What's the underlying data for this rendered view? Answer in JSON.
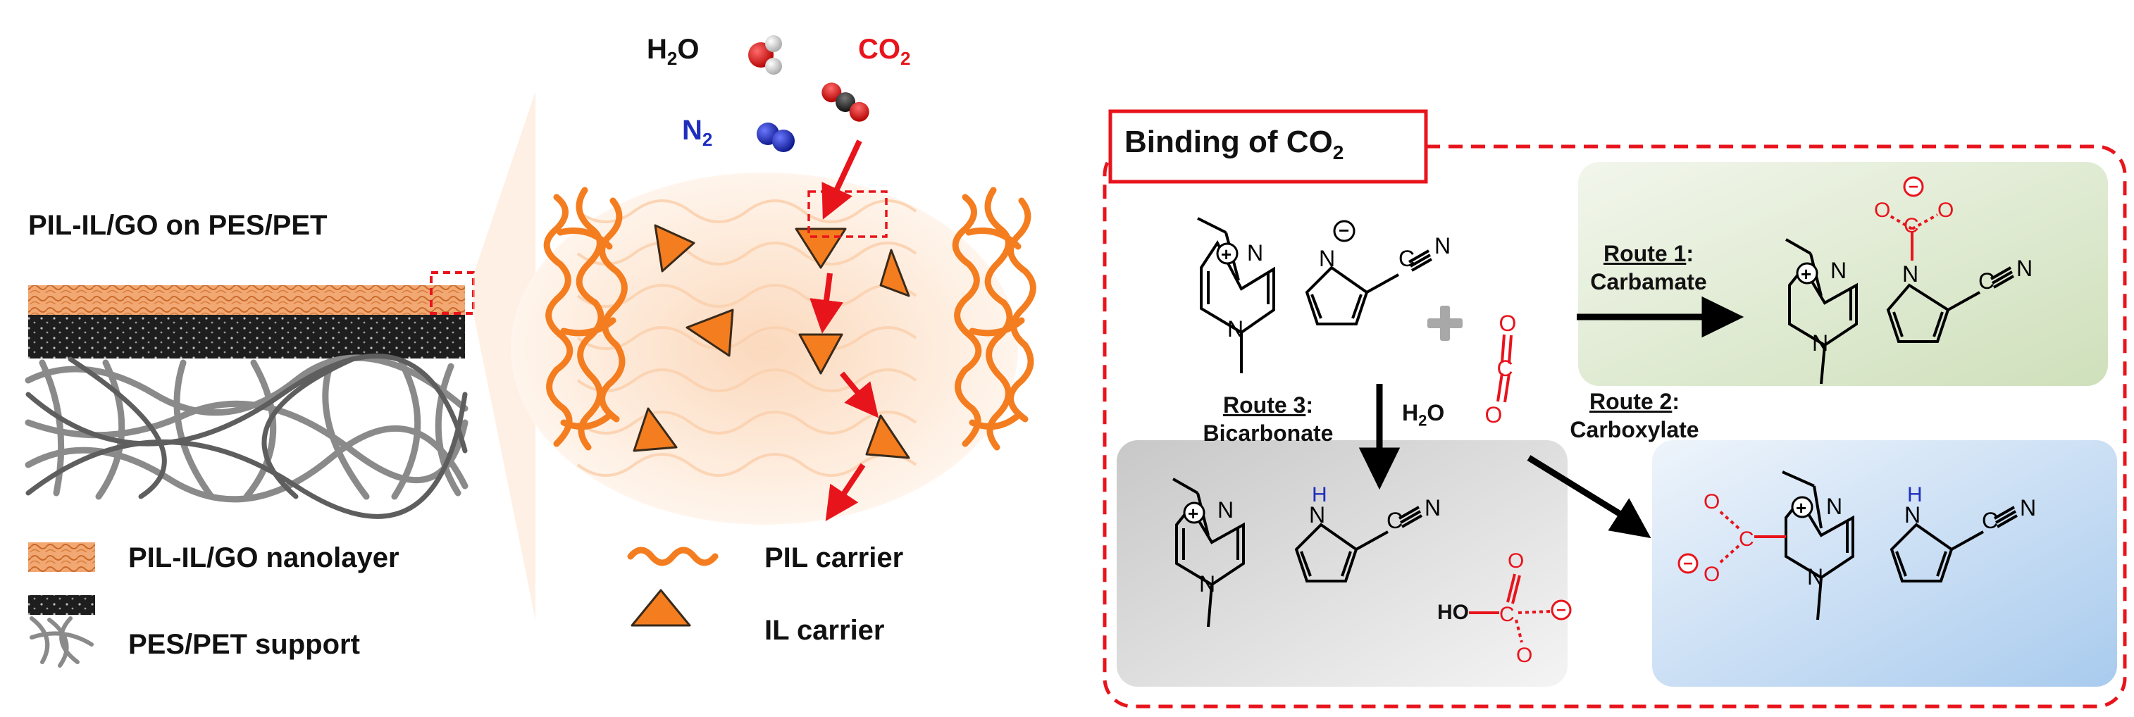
{
  "membrane": {
    "title": "PIL-IL/GO on PES/PET",
    "legend": [
      {
        "label": "PIL-IL/GO nanolayer"
      },
      {
        "label": "PES/PET support"
      },
      {
        "label": "PIL carrier"
      },
      {
        "label": "IL carrier"
      }
    ]
  },
  "gases": {
    "h2o": {
      "main": "H",
      "sub": "2",
      "tail": "O"
    },
    "co2": {
      "main": "CO",
      "sub": "2"
    },
    "n2": {
      "main": "N",
      "sub": "2"
    }
  },
  "binding": {
    "title_main": "Binding of CO",
    "title_sub": "2",
    "route1": {
      "name": "Route 1",
      "type": "Carbamate"
    },
    "route2": {
      "name": "Route 2",
      "type": "Carboxylate"
    },
    "route3": {
      "name": "Route 3",
      "type": "Bicarbonate"
    },
    "water": "H2O",
    "water_main": "H",
    "water_sub": "2",
    "water_tail": "O",
    "ho": "HO"
  },
  "colors": {
    "accent_red": "#e8141c",
    "orange": "#f47d20",
    "nitrogen_blue": "#1f2ebc",
    "route1_bg": "#e3ecd6",
    "route2_bg": "#d3e3f4",
    "route3_bg": "#dcdcdc"
  },
  "icons": [
    "plus-icon",
    "reaction-arrow-icon",
    "co2-molecule-icon",
    "water-molecule-icon",
    "n2-molecule-icon",
    "triangle-icon"
  ]
}
